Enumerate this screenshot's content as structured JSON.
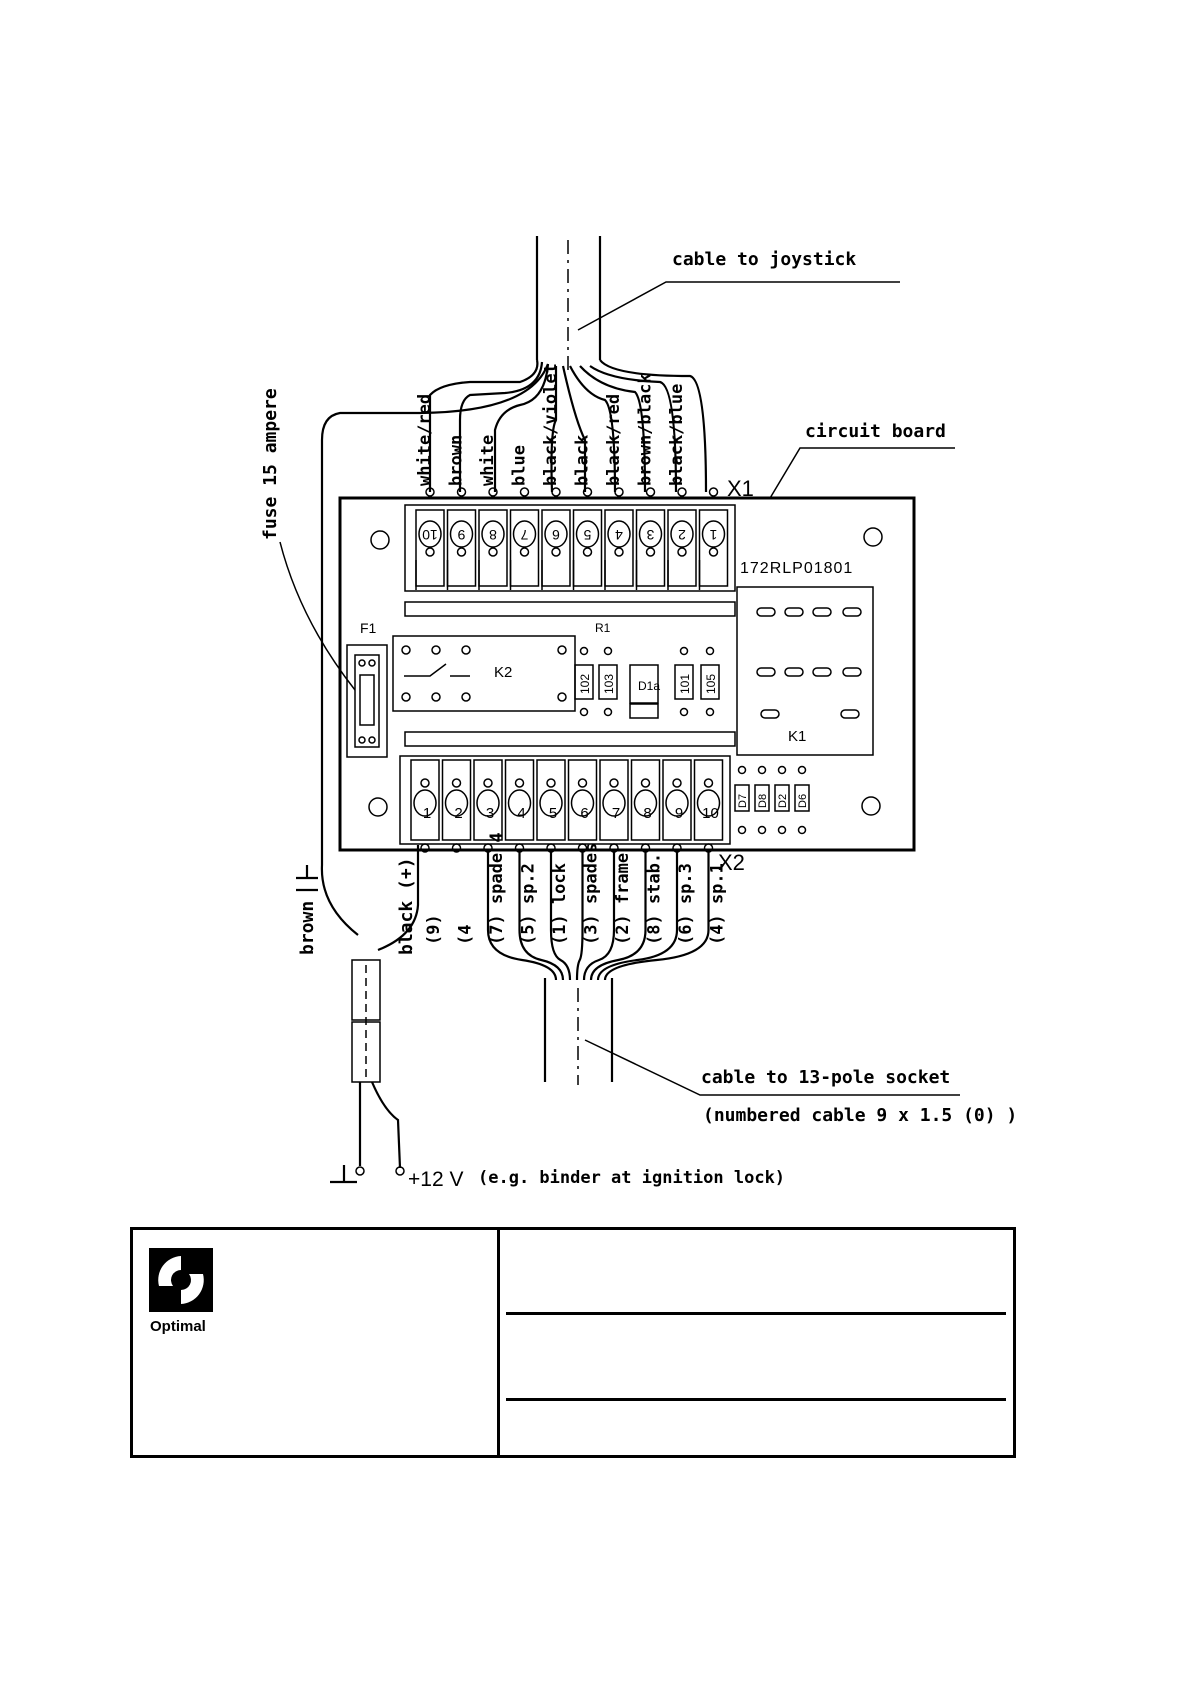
{
  "diagram": {
    "callouts": {
      "cable_joystick": "cable to joystick",
      "circuit_board": "circuit board",
      "fuse": "fuse 15 ampere",
      "cable_socket": "cable to 13-pole socket",
      "cable_spec": "(numbered cable 9 x 1.5 (0) )",
      "power": "+12 V",
      "power_note": "(e.g. binder at ignition lock)"
    },
    "board": {
      "x1": "X1",
      "x2": "X2",
      "part_no": "172RLP01801",
      "fuse_ref": "F1",
      "relay_k2": "K2",
      "relay_k1": "K1",
      "r1": "R1",
      "top_components": [
        "102",
        "103",
        "D1a",
        "101",
        "105"
      ],
      "bottom_components": [
        "D7",
        "D8",
        "D2",
        "D6"
      ]
    },
    "x1_terminals": [
      "10",
      "9",
      "8",
      "7",
      "6",
      "5",
      "4",
      "3",
      "2",
      "1"
    ],
    "x1_wires": [
      "white/red",
      "brown",
      "white",
      "blue",
      "black/violet",
      "black",
      "black/red",
      "brown/black",
      "black/blue"
    ],
    "x2_terminals": [
      "1",
      "2",
      "3",
      "4",
      "5",
      "6",
      "7",
      "8",
      "9",
      "10"
    ],
    "x2_wires": [
      {
        "num": "(9)",
        "name": ""
      },
      {
        "num": "(4",
        "name": ""
      },
      {
        "num": "(7)",
        "name": "spade 4"
      },
      {
        "num": "(5)",
        "name": "sp.2"
      },
      {
        "num": "(1)",
        "name": "lock"
      },
      {
        "num": "(3)",
        "name": "spades"
      },
      {
        "num": "(2)",
        "name": "frame"
      },
      {
        "num": "(8)",
        "name": "stab."
      },
      {
        "num": "(6)",
        "name": "sp.3"
      },
      {
        "num": "(4)",
        "name": "sp.1"
      }
    ],
    "supply_wires": {
      "brown": "brown",
      "black": "black (+)"
    }
  },
  "title_block": {
    "logo_text": "Optimal",
    "logo_icon": "optimal-logo"
  }
}
